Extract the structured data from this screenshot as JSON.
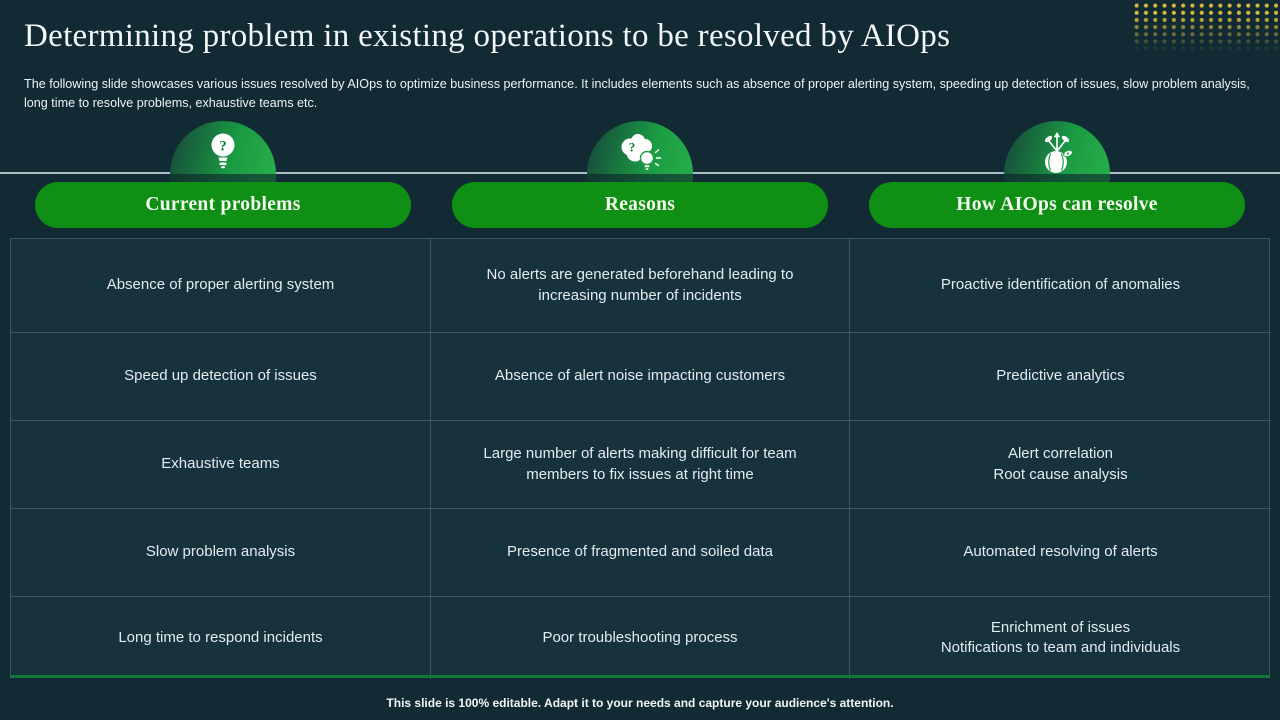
{
  "slide": {
    "title": "Determining problem in existing operations to be resolved by AIOps",
    "subtitle": "The following slide showcases various issues resolved by AIOps to  optimize business performance. It includes elements such as absence of proper alerting system, speeding up detection of issues, slow problem analysis, long time to resolve problems, exhaustive teams etc.",
    "footer": "This slide is 100% editable. Adapt it to your needs and capture your audience's attention."
  },
  "columns": [
    {
      "header": "Current problems",
      "icon": "lightbulb-question-icon"
    },
    {
      "header": "Reasons",
      "icon": "brain-idea-icon"
    },
    {
      "header": "How AIOps can resolve",
      "icon": "growth-plant-icon"
    }
  ],
  "table": {
    "rows": [
      [
        "Absence of proper alerting system",
        "No alerts are generated beforehand leading to increasing number of incidents",
        "Proactive identification of anomalies"
      ],
      [
        "Speed up detection of issues",
        "Absence of alert noise impacting customers",
        "Predictive analytics"
      ],
      [
        "Exhaustive teams",
        "Large number of alerts making difficult for team members to fix issues at right time",
        "Alert correlation\nRoot cause analysis"
      ],
      [
        "Slow problem analysis",
        "Presence of fragmented and soiled data",
        "Automated resolving of alerts"
      ],
      [
        "Long time to respond incidents",
        "Poor troubleshooting process",
        "Enrichment of issues\nNotifications to team and individuals"
      ]
    ]
  },
  "colors": {
    "background": "#112a34",
    "cell_background": "#15323d",
    "table_border": "#3a5a63",
    "table_bottom_accent": "#0f7a36",
    "pill_green": "#0f8f13",
    "dome_green_dark": "#16453a",
    "dome_green_bright": "#2bb34d",
    "divider_line": "#a9bdc3",
    "dot_yellow": "#d9b93c",
    "text_primary": "#f4f7f7",
    "text_table": "#e3ecee"
  }
}
